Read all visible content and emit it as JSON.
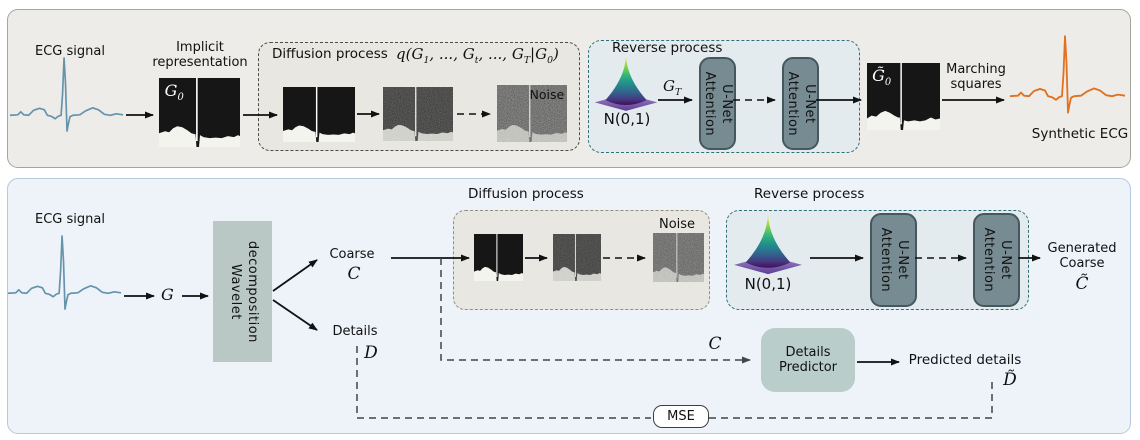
{
  "shared": {
    "ecg_signal_label": "ECG signal",
    "diffusion_title": "Diffusion process",
    "reverse_title": "Reverse process",
    "gaussian_label": "N(0,1)",
    "noise_label": "Noise",
    "attention_line1": "Attention",
    "attention_line2": "U-Net"
  },
  "top": {
    "implicit_label": "Implicit representation",
    "g0": {
      "base": "G",
      "sub": "0"
    },
    "math": {
      "t1": "q(G",
      "b1": "1",
      "t2": ", ..., G",
      "b2": "t",
      "t3": ", ..., G",
      "b3": "T",
      "t4": "|G",
      "b4": "0",
      "t5": ")"
    },
    "gt": {
      "base": "G",
      "sub": "T"
    },
    "g0_tilde": {
      "base": "G̃",
      "sub": "0"
    },
    "marching_label": "Marching squares",
    "synthetic_label": "Synthetic ECG"
  },
  "bottom": {
    "g_symbol": "G",
    "wavelet_line1": "Wavelet",
    "wavelet_line2": "decomposition",
    "coarse_label": "Coarse",
    "c_symbol": "C",
    "details_label": "Details",
    "d_symbol": "D",
    "c_mid_symbol": "C",
    "generated_label": "Generated Coarse",
    "c_tilde": "C̃",
    "predictor_line1": "Details",
    "predictor_line2": "Predictor",
    "predicted_label": "Predicted details",
    "d_tilde": "D̃",
    "mse_label": "MSE"
  },
  "colors": {
    "top_panel_bg": "#edece8",
    "top_panel_border": "#a5a59d",
    "bottom_panel_bg": "#eef2f9",
    "bottom_panel_border": "#b5c8de",
    "diffusion_fill": "#e8e7e2",
    "reverse_fill": "#e4ebee",
    "reverse_border": "#2e6f78",
    "unet_fill": "#778c92",
    "wavelet_fill": "#b9c8c5",
    "predictor_fill": "#b9cdca",
    "ecg_blue": "#6593ac",
    "ecg_orange": "#e2701f",
    "dashed_link": "#3d464e"
  }
}
